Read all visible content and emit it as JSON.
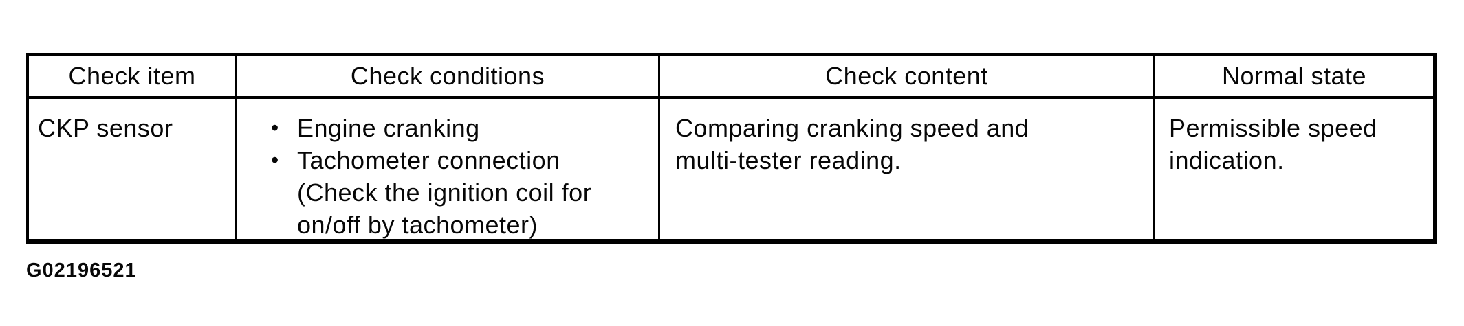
{
  "table": {
    "headers": [
      "Check item",
      "Check conditions",
      "Check content",
      "Normal state"
    ],
    "row": {
      "check_item": "CKP sensor",
      "check_conditions": [
        {
          "bullet": "•",
          "lines": [
            "Engine cranking"
          ]
        },
        {
          "bullet": "•",
          "lines": [
            "Tachometer connection",
            "(Check the ignition coil for",
            "on/off by tachometer)"
          ]
        }
      ],
      "check_content": [
        "Comparing cranking speed and",
        "multi-tester reading."
      ],
      "normal_state": [
        "Permissible speed",
        "indication."
      ]
    }
  },
  "caption": "G02196521"
}
